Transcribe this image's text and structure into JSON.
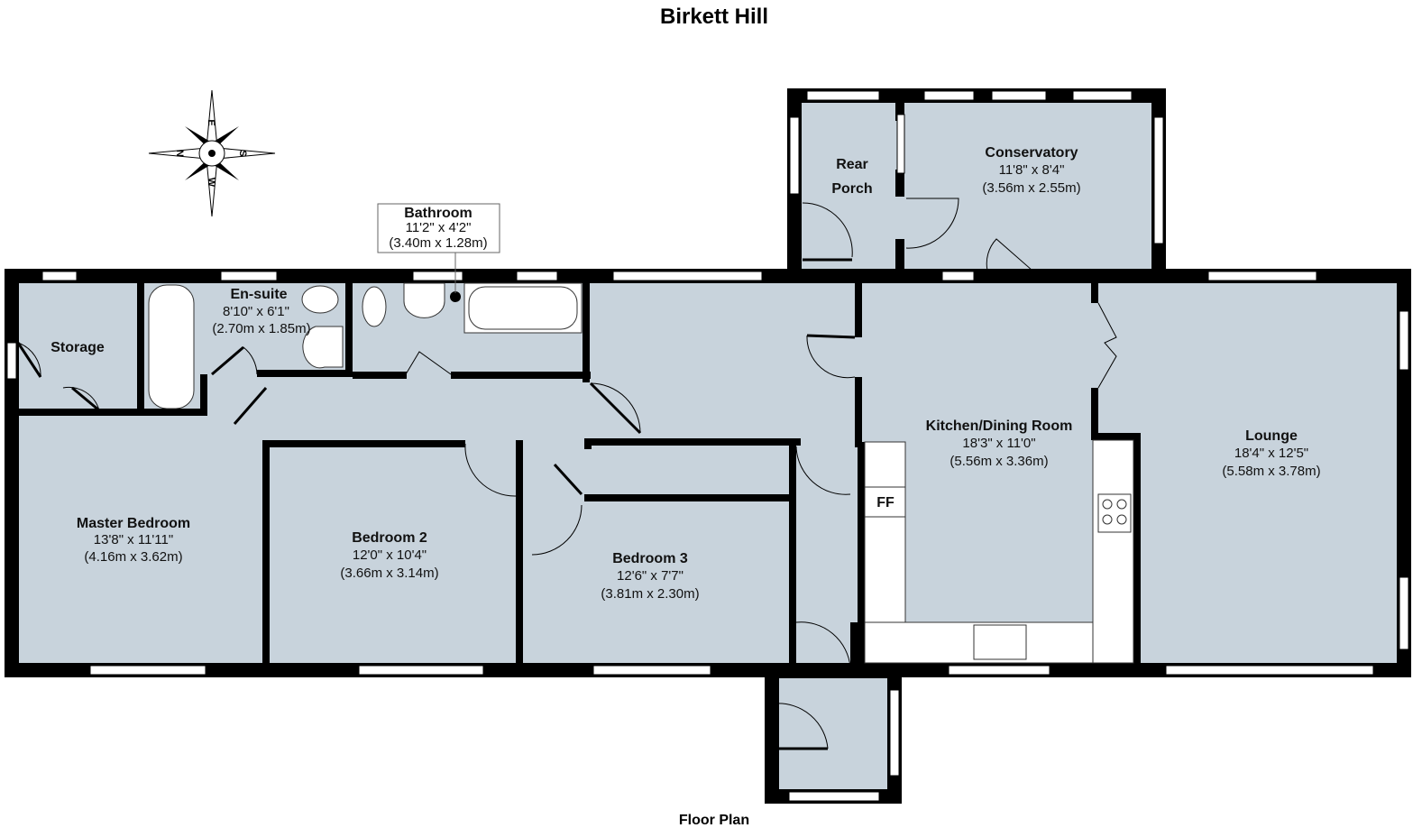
{
  "title": "Birkett Hill",
  "footer": "Floor Plan",
  "compass": {
    "north": "N",
    "south": "S",
    "east": "E",
    "west": "W"
  },
  "rooms": {
    "storage": {
      "name": "Storage"
    },
    "ensuite": {
      "name": "En-suite",
      "imperial": "8'10\" x 6'1\"",
      "metric": "(2.70m x 1.85m)"
    },
    "bathroom": {
      "name": "Bathroom",
      "imperial": "11'2\" x 4'2\"",
      "metric": "(3.40m x 1.28m)"
    },
    "rear_porch": {
      "name_line1": "Rear",
      "name_line2": "Porch"
    },
    "conservatory": {
      "name": "Conservatory",
      "imperial": "11'8\" x 8'4\"",
      "metric": "(3.56m x 2.55m)"
    },
    "kitchen": {
      "name": "Kitchen/Dining Room",
      "imperial": "18'3\" x 11'0\"",
      "metric": "(5.56m x 3.36m)",
      "fridge_label": "FF"
    },
    "lounge": {
      "name": "Lounge",
      "imperial": "18'4\" x 12'5\"",
      "metric": "(5.58m x 3.78m)"
    },
    "master": {
      "name": "Master Bedroom",
      "imperial": "13'8\" x 11'11\"",
      "metric": "(4.16m x 3.62m)"
    },
    "bedroom2": {
      "name": "Bedroom 2",
      "imperial": "12'0\" x 10'4\"",
      "metric": "(3.66m x 3.14m)"
    },
    "bedroom3": {
      "name": "Bedroom 3",
      "imperial": "12'6\" x 7'7\"",
      "metric": "(3.81m x 2.30m)"
    }
  },
  "colors": {
    "floor": "#c8d3dc",
    "wall": "#000000"
  }
}
